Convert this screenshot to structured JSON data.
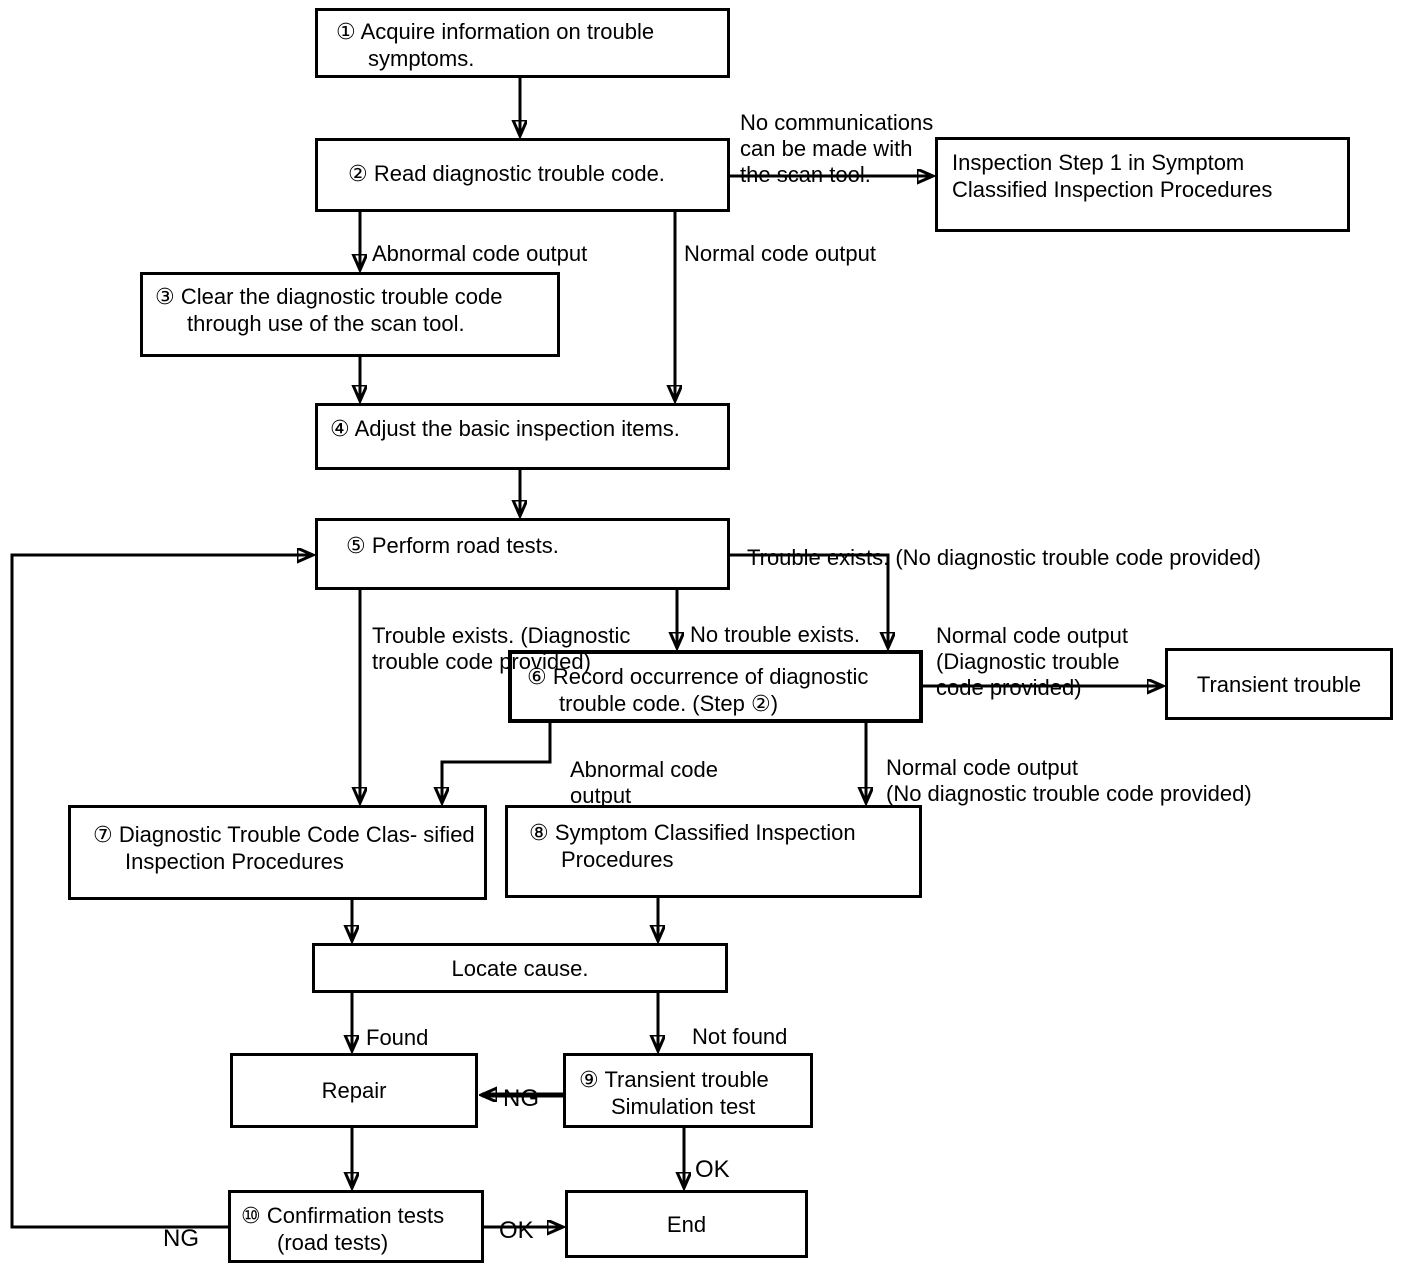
{
  "colors": {
    "ink": "#000000",
    "background": "#ffffff"
  },
  "diagram_type": "flowchart",
  "nodes": {
    "acquire_info": "① Acquire information on trouble symptoms.",
    "read_code": "② Read diagnostic trouble code.",
    "inspection_step_1": "Inspection Step 1 in Symptom Classified Inspection Procedures",
    "clear_code": "③ Clear the diagnostic trouble code through use of the scan tool.",
    "adjust_basic": "④ Adjust the basic inspection items.",
    "road_tests": "⑤ Perform road tests.",
    "record_occurrence": "⑥ Record occurrence of diagnostic trouble code.  (Step ②)",
    "transient_trouble": "Transient trouble",
    "dtc_inspection": "⑦ Diagnostic Trouble Code Clas- sified Inspection Procedures",
    "symptom_inspection": "⑧ Symptom Classified Inspection Procedures",
    "locate_cause": "Locate cause.",
    "repair": "Repair",
    "simulation_test": "⑨ Transient trouble Simulation test",
    "confirmation_tests": "⑩ Confirmation tests (road tests)",
    "end": "End"
  },
  "labels": {
    "no_communications": "No communications\ncan be made with\nthe scan tool.",
    "abnormal_code_output": "Abnormal code output",
    "normal_code_output": "Normal code output",
    "trouble_exists_no_code": "Trouble exists.  (No diagnostic trouble code provided)",
    "trouble_exists_code": "Trouble exists.  (Diagnostic\ntrouble code provided)",
    "no_trouble_exists": "No trouble exists.",
    "normal_code_code_provided": "Normal code output\n(Diagnostic trouble\ncode provided)",
    "abnormal_code_output_2": "Abnormal code\noutput",
    "normal_code_no_code": "Normal code output\n(No diagnostic trouble code provided)",
    "found": "Found",
    "not_found": "Not found",
    "ng_simulation": "NG",
    "ok_simulation": "OK",
    "ng_confirmation": "NG",
    "ok_confirmation": "OK"
  },
  "edges": [
    {
      "from": "acquire_info",
      "to": "read_code"
    },
    {
      "from": "read_code",
      "to": "inspection_step_1",
      "label": "no_communications"
    },
    {
      "from": "read_code",
      "to": "clear_code",
      "label": "abnormal_code_output"
    },
    {
      "from": "read_code",
      "to": "adjust_basic",
      "label": "normal_code_output"
    },
    {
      "from": "clear_code",
      "to": "adjust_basic"
    },
    {
      "from": "adjust_basic",
      "to": "road_tests"
    },
    {
      "from": "road_tests",
      "to": "record_occurrence",
      "label": "trouble_exists_no_code"
    },
    {
      "from": "road_tests",
      "to": "record_occurrence",
      "label": "no_trouble_exists"
    },
    {
      "from": "road_tests",
      "to": "dtc_inspection",
      "label": "trouble_exists_code"
    },
    {
      "from": "record_occurrence",
      "to": "transient_trouble",
      "label": "normal_code_code_provided"
    },
    {
      "from": "record_occurrence",
      "to": "dtc_inspection",
      "label": "abnormal_code_output_2"
    },
    {
      "from": "record_occurrence",
      "to": "symptom_inspection",
      "label": "normal_code_no_code"
    },
    {
      "from": "dtc_inspection",
      "to": "locate_cause"
    },
    {
      "from": "symptom_inspection",
      "to": "locate_cause"
    },
    {
      "from": "locate_cause",
      "to": "repair",
      "label": "found"
    },
    {
      "from": "locate_cause",
      "to": "simulation_test",
      "label": "not_found"
    },
    {
      "from": "simulation_test",
      "to": "repair",
      "label": "ng_simulation"
    },
    {
      "from": "simulation_test",
      "to": "end",
      "label": "ok_simulation"
    },
    {
      "from": "repair",
      "to": "confirmation_tests"
    },
    {
      "from": "confirmation_tests",
      "to": "end",
      "label": "ok_confirmation"
    },
    {
      "from": "confirmation_tests",
      "to": "road_tests",
      "label": "ng_confirmation"
    }
  ]
}
